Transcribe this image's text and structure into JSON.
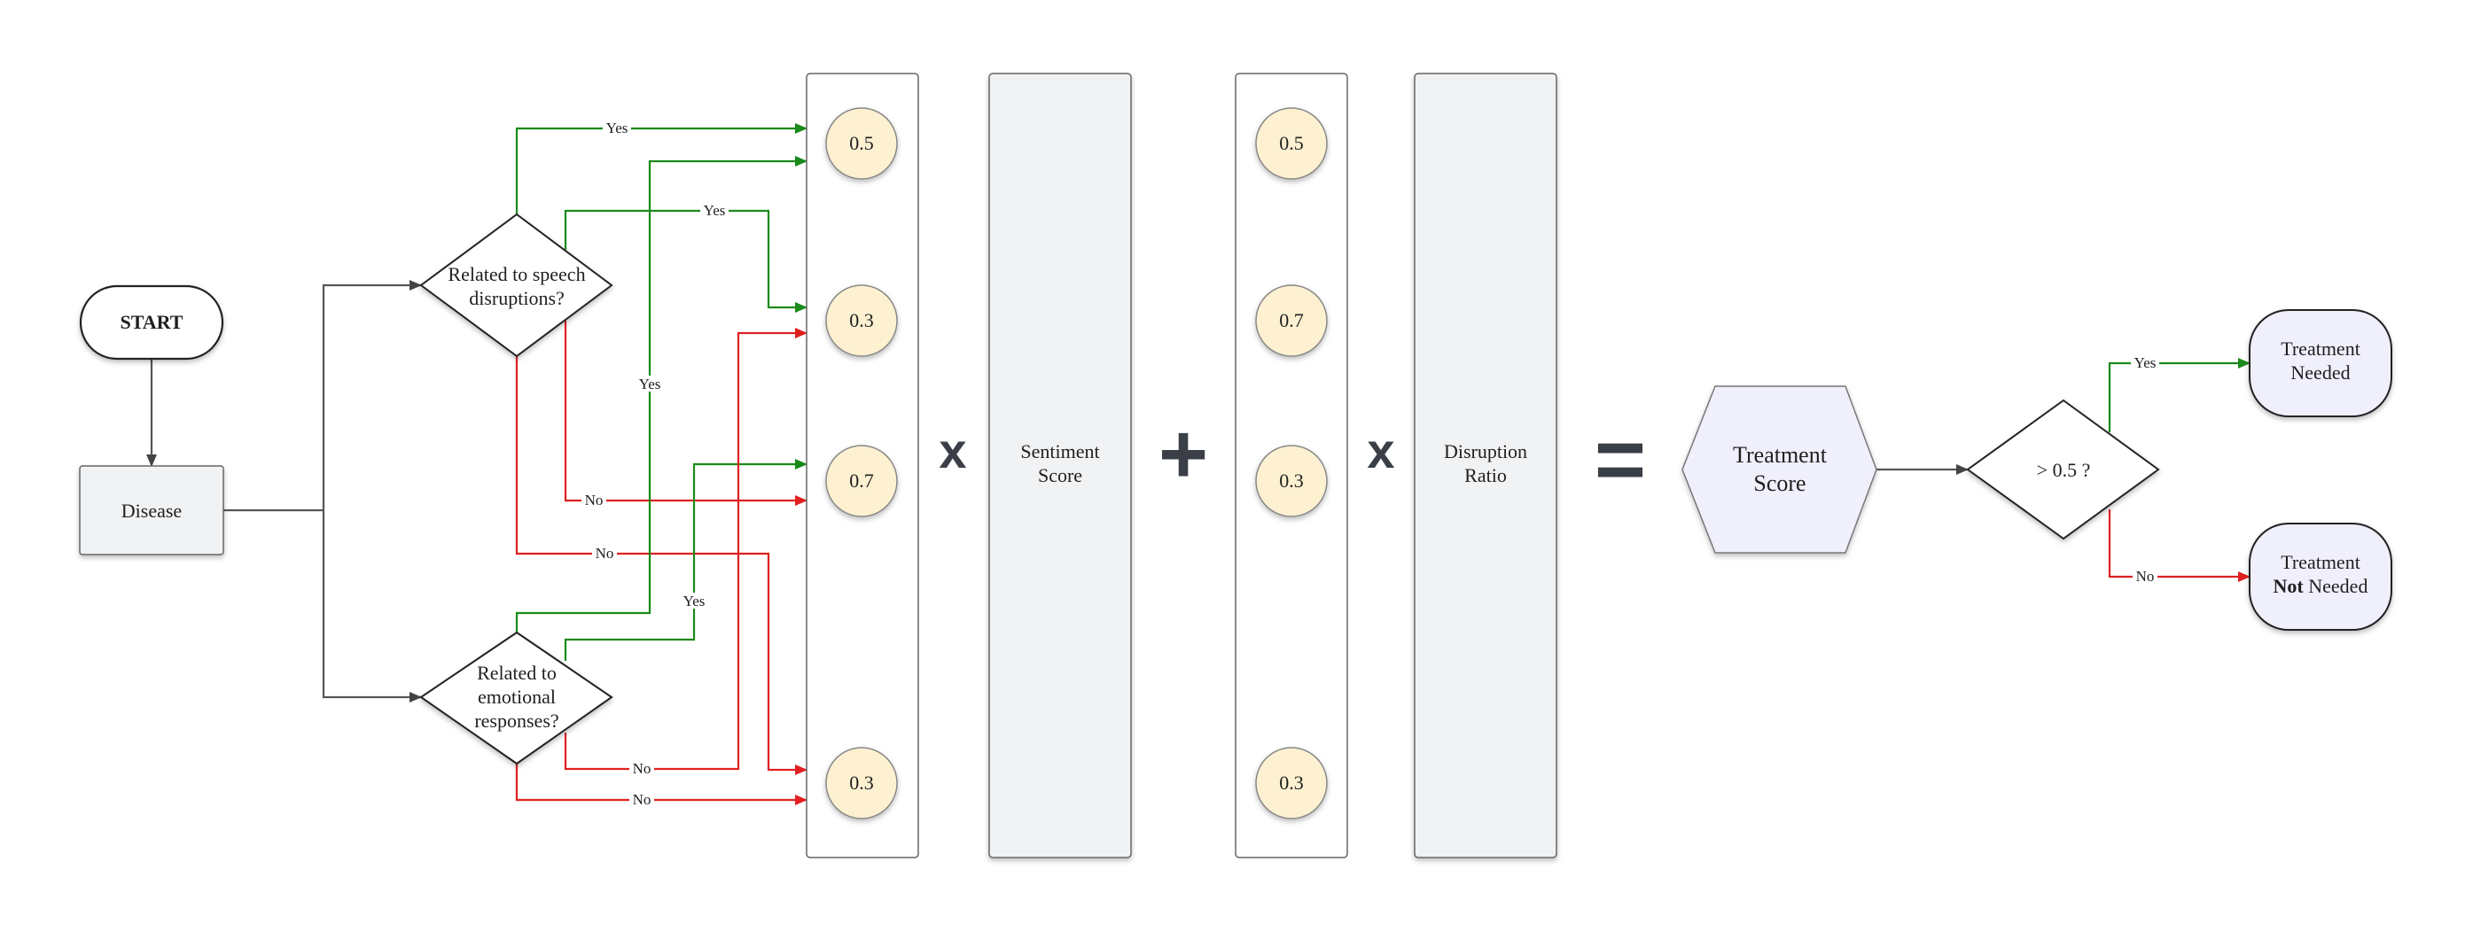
{
  "start": {
    "label": "START"
  },
  "disease": {
    "label": "Disease"
  },
  "decision_speech": {
    "line1": "Related to speech",
    "line2": "disruptions?"
  },
  "decision_emotion": {
    "line1": "Related to",
    "line2": "emotional",
    "line3": "responses?"
  },
  "edge_labels": {
    "yes": "Yes",
    "no": "No"
  },
  "weights_left": [
    "0.5",
    "0.3",
    "0.7",
    "0.3"
  ],
  "weights_right": [
    "0.5",
    "0.7",
    "0.3",
    "0.3"
  ],
  "operators": {
    "times": "x",
    "plus": "+",
    "equals": "="
  },
  "sentiment_box": {
    "line1": "Sentiment",
    "line2": "Score"
  },
  "disruption_box": {
    "line1": "Disruption",
    "line2": "Ratio"
  },
  "treatment_score": {
    "line1": "Treatment",
    "line2": "Score"
  },
  "threshold": {
    "label": "> 0.5 ?"
  },
  "outcome_needed": {
    "line1": "Treatment",
    "line2": "Needed"
  },
  "outcome_not_needed": {
    "line1": "Treatment",
    "line2_bold": "Not",
    "line2_rest": " Needed"
  },
  "colors": {
    "yes": "#1a8a1a",
    "no": "#e02020",
    "neutral": "#555555"
  }
}
